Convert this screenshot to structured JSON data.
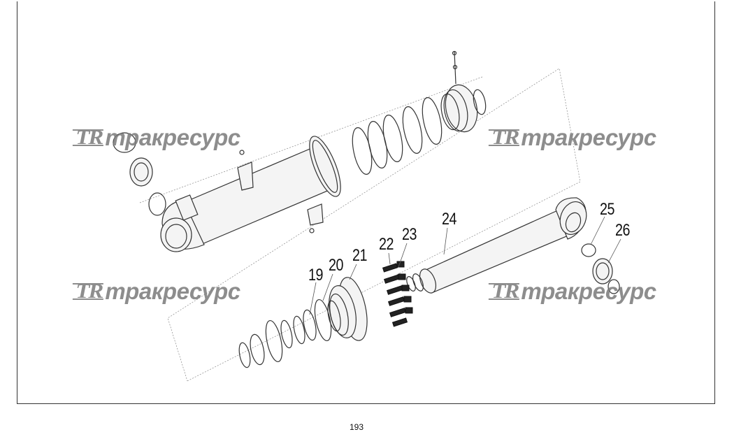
{
  "watermark": {
    "logo": "TR",
    "brand": "тракресурс"
  },
  "callouts": [
    {
      "id": "19",
      "label": "19"
    },
    {
      "id": "20",
      "label": "20"
    },
    {
      "id": "21",
      "label": "21"
    },
    {
      "id": "22",
      "label": "22"
    },
    {
      "id": "23",
      "label": "23"
    },
    {
      "id": "24",
      "label": "24"
    },
    {
      "id": "25",
      "label": "25"
    },
    {
      "id": "26",
      "label": "26"
    }
  ],
  "page": {
    "number": "193"
  },
  "colors": {
    "line": "#333333",
    "watermark": "#7a7a7a"
  }
}
